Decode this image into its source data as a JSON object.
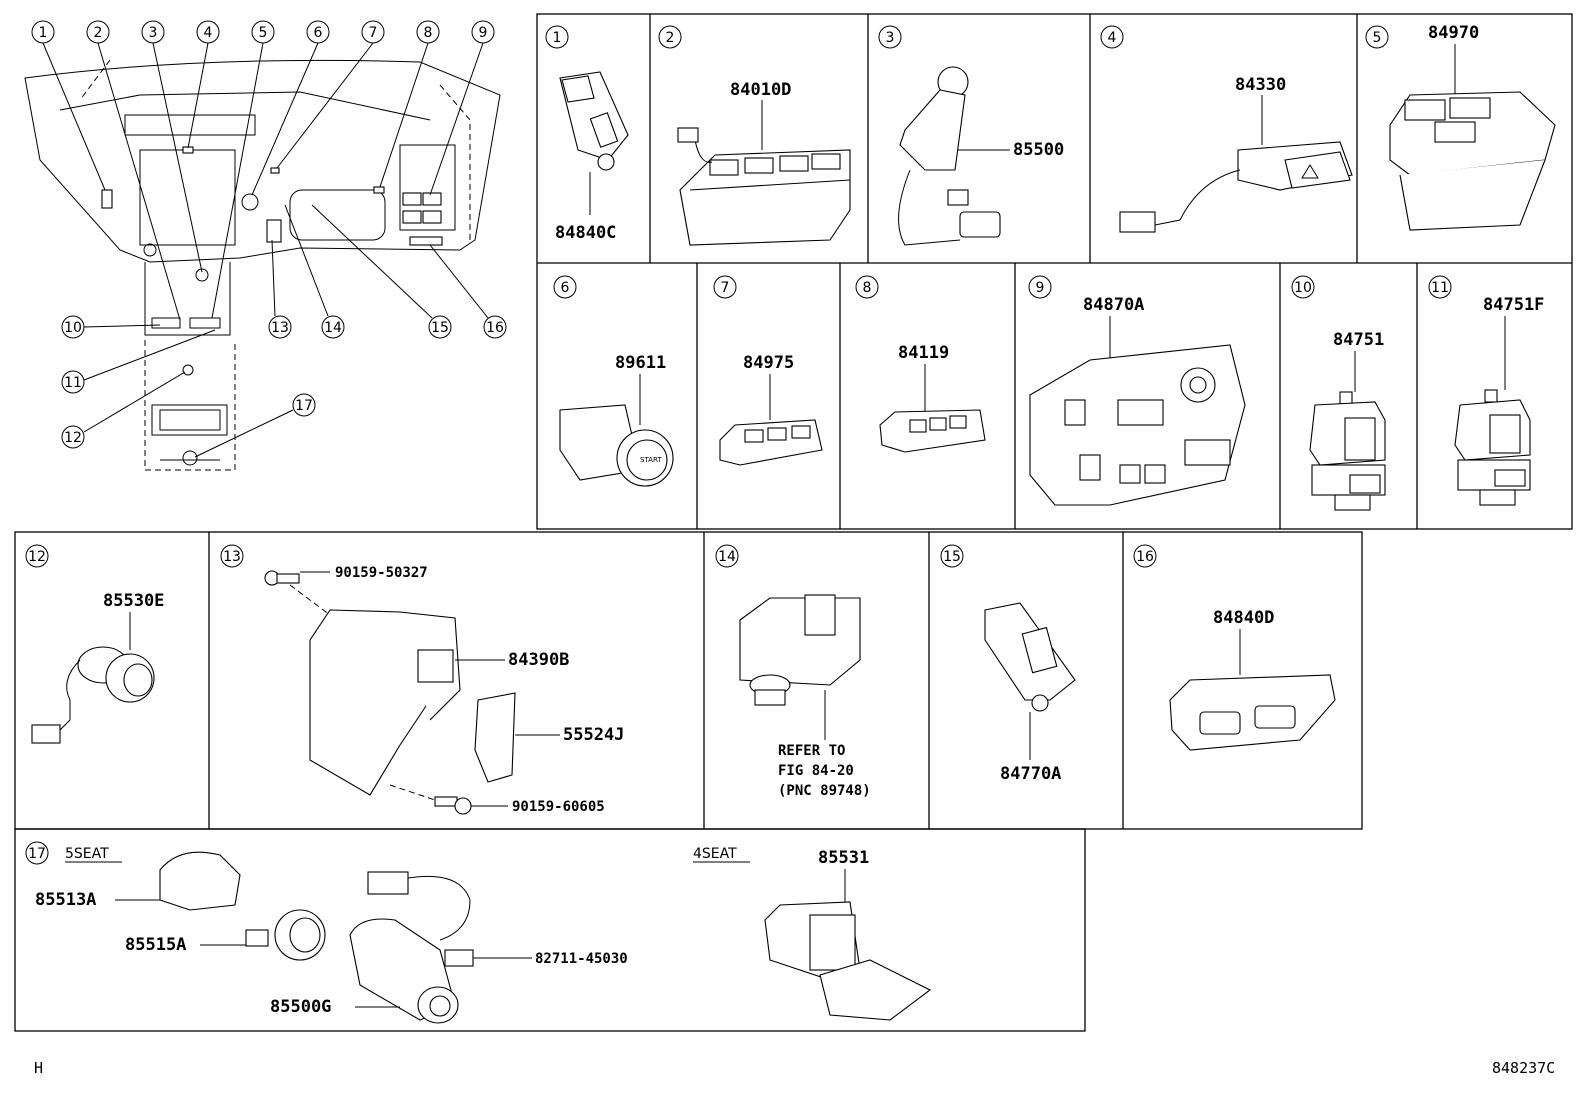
{
  "overview": {
    "callouts": [
      "1",
      "2",
      "3",
      "4",
      "5",
      "6",
      "7",
      "8",
      "9",
      "10",
      "11",
      "12",
      "13",
      "14",
      "15",
      "16",
      "17"
    ]
  },
  "panels": [
    {
      "num": "1",
      "parts": [
        "84840C"
      ]
    },
    {
      "num": "2",
      "parts": [
        "84010D"
      ]
    },
    {
      "num": "3",
      "parts": [
        "85500"
      ]
    },
    {
      "num": "4",
      "parts": [
        "84330"
      ]
    },
    {
      "num": "5",
      "parts": [
        "84970"
      ]
    },
    {
      "num": "6",
      "parts": [
        "89611"
      ]
    },
    {
      "num": "7",
      "parts": [
        "84975"
      ]
    },
    {
      "num": "8",
      "parts": [
        "84119"
      ]
    },
    {
      "num": "9",
      "parts": [
        "84870A"
      ]
    },
    {
      "num": "10",
      "parts": [
        "84751"
      ]
    },
    {
      "num": "11",
      "parts": [
        "84751F"
      ]
    },
    {
      "num": "12",
      "parts": [
        "85530E"
      ]
    },
    {
      "num": "13",
      "parts": [
        "90159-50327",
        "84390B",
        "55524J",
        "90159-60605"
      ]
    },
    {
      "num": "14",
      "refer": [
        "REFER TO",
        "FIG 84-20",
        "(PNC 89748)"
      ]
    },
    {
      "num": "15",
      "parts": [
        "84770A"
      ]
    },
    {
      "num": "16",
      "parts": [
        "84840D"
      ]
    },
    {
      "num": "17",
      "sections": [
        "5SEAT",
        "4SEAT"
      ],
      "parts": [
        "85513A",
        "85515A",
        "82711-45030",
        "85500G",
        "85531"
      ]
    }
  ],
  "footer": {
    "left": "H",
    "right": "848237C"
  }
}
